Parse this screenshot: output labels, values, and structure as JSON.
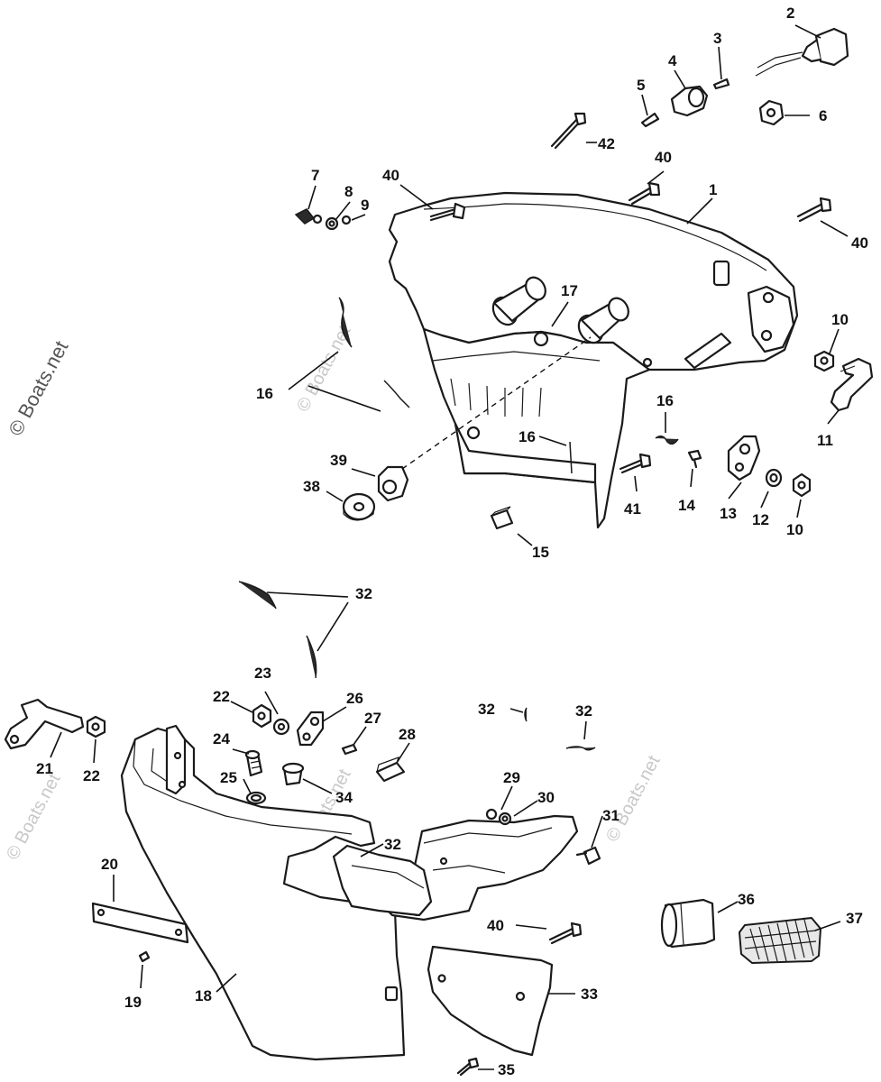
{
  "watermark": "© Boats.net",
  "callouts": {
    "c1": "1",
    "c2": "2",
    "c3": "3",
    "c4": "4",
    "c5": "5",
    "c6": "6",
    "c7": "7",
    "c8": "8",
    "c9": "9",
    "c10a": "10",
    "c10b": "10",
    "c11": "11",
    "c12": "12",
    "c13": "13",
    "c14": "14",
    "c15": "15",
    "c16a": "16",
    "c16b": "16",
    "c16c": "16",
    "c17": "17",
    "c18": "18",
    "c19": "19",
    "c20": "20",
    "c21": "21",
    "c22a": "22",
    "c22b": "22",
    "c23": "23",
    "c24": "24",
    "c25": "25",
    "c26": "26",
    "c27": "27",
    "c28": "28",
    "c29": "29",
    "c30": "30",
    "c31": "31",
    "c32a": "32",
    "c32b": "32",
    "c32c": "32",
    "c32d": "32",
    "c33": "33",
    "c34": "34",
    "c35": "35",
    "c36": "36",
    "c37": "37",
    "c38": "38",
    "c39": "39",
    "c40a": "40",
    "c40b": "40",
    "c40c": "40",
    "c40d": "40",
    "c41": "41",
    "c42": "42"
  }
}
